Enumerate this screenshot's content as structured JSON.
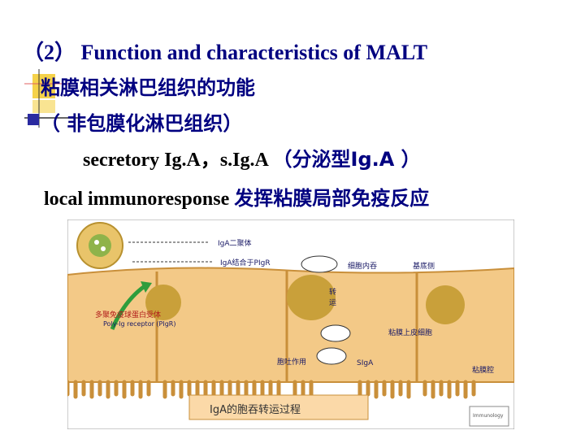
{
  "slide": {
    "heading": "（2） Function and characteristics of MALT",
    "line1": "粘膜相关淋巴组织的功能",
    "line2": "（ 非包膜化淋巴组织）",
    "line3_en": "secretory Ig.A，s.Ig.A ",
    "line3_zh": "（分泌型Ig.A ）",
    "line4_en": "local immunoresponse ",
    "line4_zh": "发挥粘膜局部免疫反应"
  },
  "figure": {
    "labels": {
      "dimer": "IgA二聚体",
      "binds": "IgA结合于PIgR",
      "basal": "基底侧",
      "endocytosis": "细胞内吞",
      "transport": "转运",
      "receptor_cn": "多聚免疫球蛋白受体",
      "receptor_en": "Poly-Ig receptor (PIgR)",
      "epithelial": "粘膜上皮细胞",
      "exocytosis": "胞吐作用",
      "sIgA": "SIgA",
      "mucosa": "粘膜腔"
    },
    "caption": "IgA的胞吞转运过程",
    "logo": "Immunology"
  },
  "colors": {
    "title": "#000080",
    "bullet_yellow": "#f5d24a",
    "bullet_blue": "#2a2aa0",
    "cell_fill": "#f3c987",
    "nucleus": "#c9a03a",
    "caption_bg": "#fbd9a8",
    "arrow_green": "#2e9d3c"
  }
}
